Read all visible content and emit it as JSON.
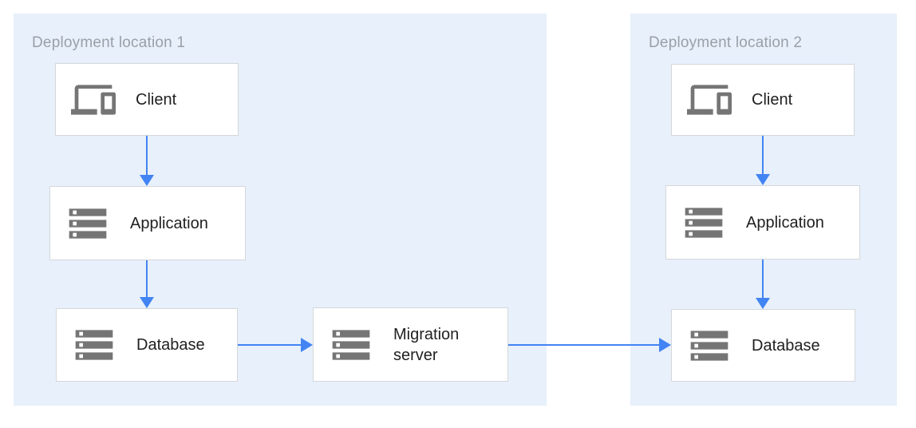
{
  "colors": {
    "page_bg": "#FFFFFF",
    "region_bg": "#E7F0FB",
    "region_label": "#9AA0A6",
    "node_bg": "#FFFFFF",
    "node_border": "#D5D7D9",
    "node_label": "#212121",
    "icon": "#757575",
    "arrow": "#4284F3"
  },
  "regions": {
    "region1": {
      "label": "Deployment location 1"
    },
    "region2": {
      "label": "Deployment location 2"
    }
  },
  "nodes": {
    "client1": {
      "label": "Client",
      "icon": "devices-icon"
    },
    "app1": {
      "label": "Application",
      "icon": "storage-icon"
    },
    "db1": {
      "label": "Database",
      "icon": "storage-icon"
    },
    "migration": {
      "label": "Migration server",
      "icon": "storage-icon"
    },
    "client2": {
      "label": "Client",
      "icon": "devices-icon"
    },
    "app2": {
      "label": "Application",
      "icon": "storage-icon"
    },
    "db2": {
      "label": "Database",
      "icon": "storage-icon"
    }
  },
  "edges": [
    {
      "from": "client1",
      "to": "app1",
      "direction": "down"
    },
    {
      "from": "app1",
      "to": "db1",
      "direction": "down"
    },
    {
      "from": "db1",
      "to": "migration",
      "direction": "right"
    },
    {
      "from": "migration",
      "to": "db2",
      "direction": "right"
    },
    {
      "from": "client2",
      "to": "app2",
      "direction": "down"
    },
    {
      "from": "app2",
      "to": "db2",
      "direction": "down"
    }
  ]
}
